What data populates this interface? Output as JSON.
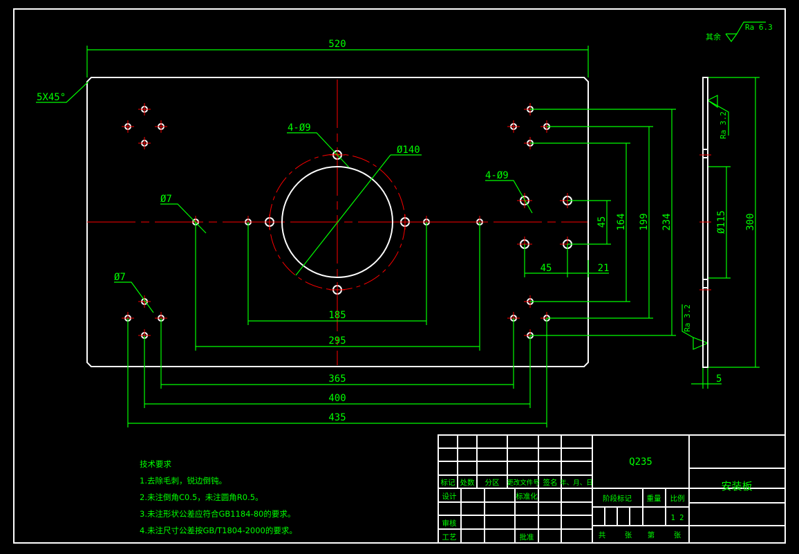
{
  "drawing": {
    "title": "安装板",
    "material": "Q235",
    "scale": "1 2",
    "colors": {
      "background": "#000000",
      "outline": "#ffffff",
      "dimension": "#00ff00",
      "centerline": "#ff0000"
    }
  },
  "dimensions": {
    "overall_width": "520",
    "chamfer": "5X45°",
    "bore_diameter": "Ø140",
    "center_holes": "4-Ø9",
    "right_holes": "4-Ø9",
    "small_hole_top": "Ø7",
    "small_hole_bottom": "Ø7",
    "d185": "185",
    "d295": "295",
    "d365": "365",
    "d400": "400",
    "d435": "435",
    "d45_h": "45",
    "d21": "21",
    "d45_v": "45",
    "d164": "164",
    "d199": "199",
    "d234": "234",
    "side_bore": "Ø115",
    "side_height": "300",
    "side_thickness": "5",
    "side_rough_top": "Ra 3.2",
    "side_rough_bottom": "Ra 3.2"
  },
  "roughness": {
    "label": "其余",
    "value": "Ra 6.3"
  },
  "tech_requirements": {
    "heading": "技术要求",
    "items": [
      "1.去除毛刺，锐边倒钝。",
      "2.未注倒角C0.5，未注圆角R0.5。",
      "3.未注形状公差应符合GB1184-80的要求。",
      "4.未注尺寸公差按GB/T1804-2000的要求。"
    ]
  },
  "title_block": {
    "header_row": [
      "标记",
      "处数",
      "分区",
      "更改文件号",
      "签名",
      "年、月、日"
    ],
    "design": "设计",
    "standardize": "标准化",
    "review": "审核",
    "process": "工艺",
    "approve": "批准",
    "stage_mark": "阶段标记",
    "weight": "重量",
    "scale_label": "比例",
    "total": "共",
    "sheets1": "张",
    "sheet_no": "第",
    "sheets2": "张"
  }
}
